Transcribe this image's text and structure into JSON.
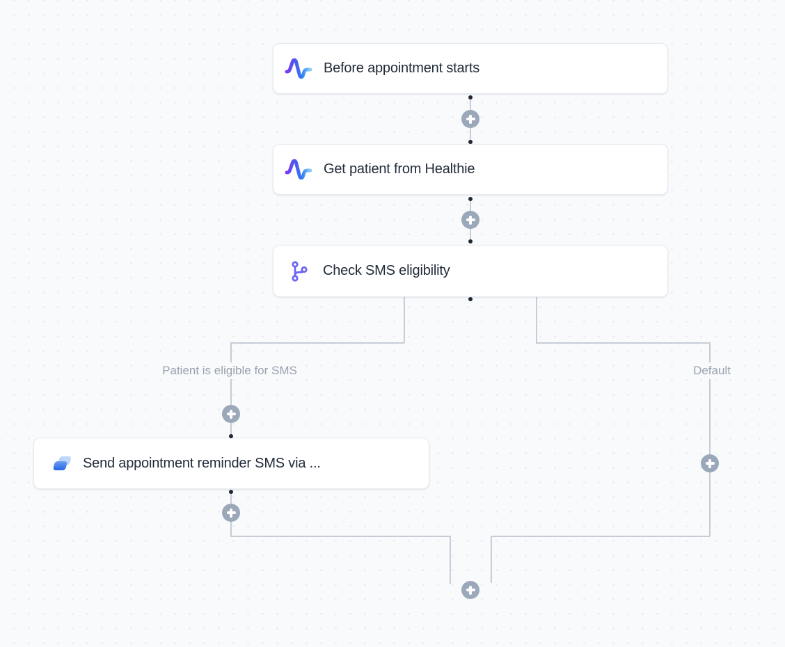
{
  "canvas": {
    "background_color": "#f8fafc",
    "dot_color": "#e2e6ee"
  },
  "colors": {
    "node_border": "#e7ebf1",
    "node_title": "#222b3a",
    "connector_line": "#c7cdd6",
    "connection_port": "#1e2936",
    "add_button_bg": "#9ba8b9",
    "branch_label_text": "#99a2ae",
    "branch_icon_purple": "#6b63f6",
    "pulse_gradient": [
      "#7a3bf0",
      "#4e55f0",
      "#2f7ff2",
      "#8fd0f8"
    ],
    "sms_icon_blue_front": "#2f6fe8",
    "sms_icon_blue_back": "#b9d5fb"
  },
  "nodes": [
    {
      "title": "Before appointment starts",
      "icon": "pulse-wave-icon"
    },
    {
      "title": "Get patient from Healthie",
      "icon": "pulse-wave-icon"
    },
    {
      "title": "Check SMS eligibility",
      "icon": "git-branch-icon"
    },
    {
      "title": "Send appointment reminder SMS via ...",
      "icon": "sms-message-icon"
    }
  ],
  "branches": {
    "left": {
      "label": "Patient is eligible for SMS"
    },
    "right": {
      "label": "Default"
    }
  }
}
